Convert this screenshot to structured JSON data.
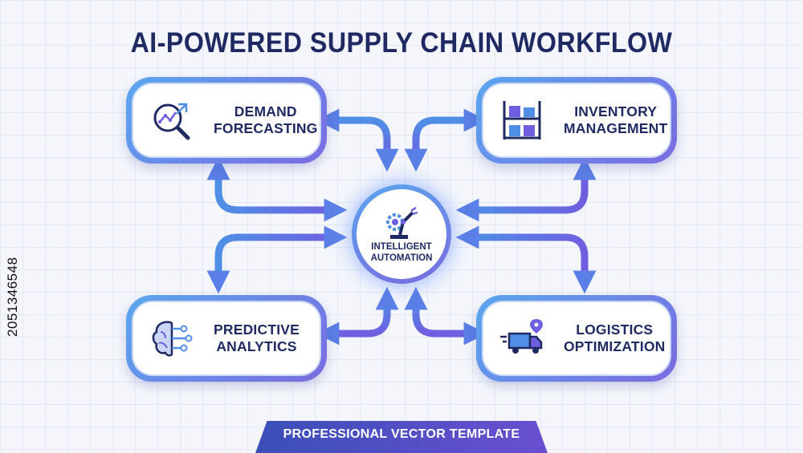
{
  "title": "AI-POWERED SUPPLY CHAIN WORKFLOW",
  "hub": {
    "label_line1": "INTELLIGENT",
    "label_line2": "AUTOMATION",
    "icon": "robot-arm-gear-icon"
  },
  "nodes": {
    "demand": {
      "line1": "DEMAND",
      "line2": "FORECASTING",
      "icon": "magnifier-chart-icon"
    },
    "inventory": {
      "line1": "INVENTORY",
      "line2": "MANAGEMENT",
      "icon": "warehouse-shelves-icon"
    },
    "predictive": {
      "line1": "PREDICTIVE",
      "line2": "ANALYTICS",
      "icon": "brain-circuit-icon"
    },
    "logistics": {
      "line1": "LOGISTICS",
      "line2": "OPTIMIZATION",
      "icon": "delivery-truck-icon"
    }
  },
  "banner": "PROFESSIONAL VECTOR TEMPLATE",
  "side_id": "2051346548",
  "colors": {
    "navy": "#1f2a63",
    "blue": "#5aa6ee",
    "purple": "#7b6be0",
    "arrow_blue": "#4f8fe6",
    "arrow_purple": "#6f5fe0"
  }
}
